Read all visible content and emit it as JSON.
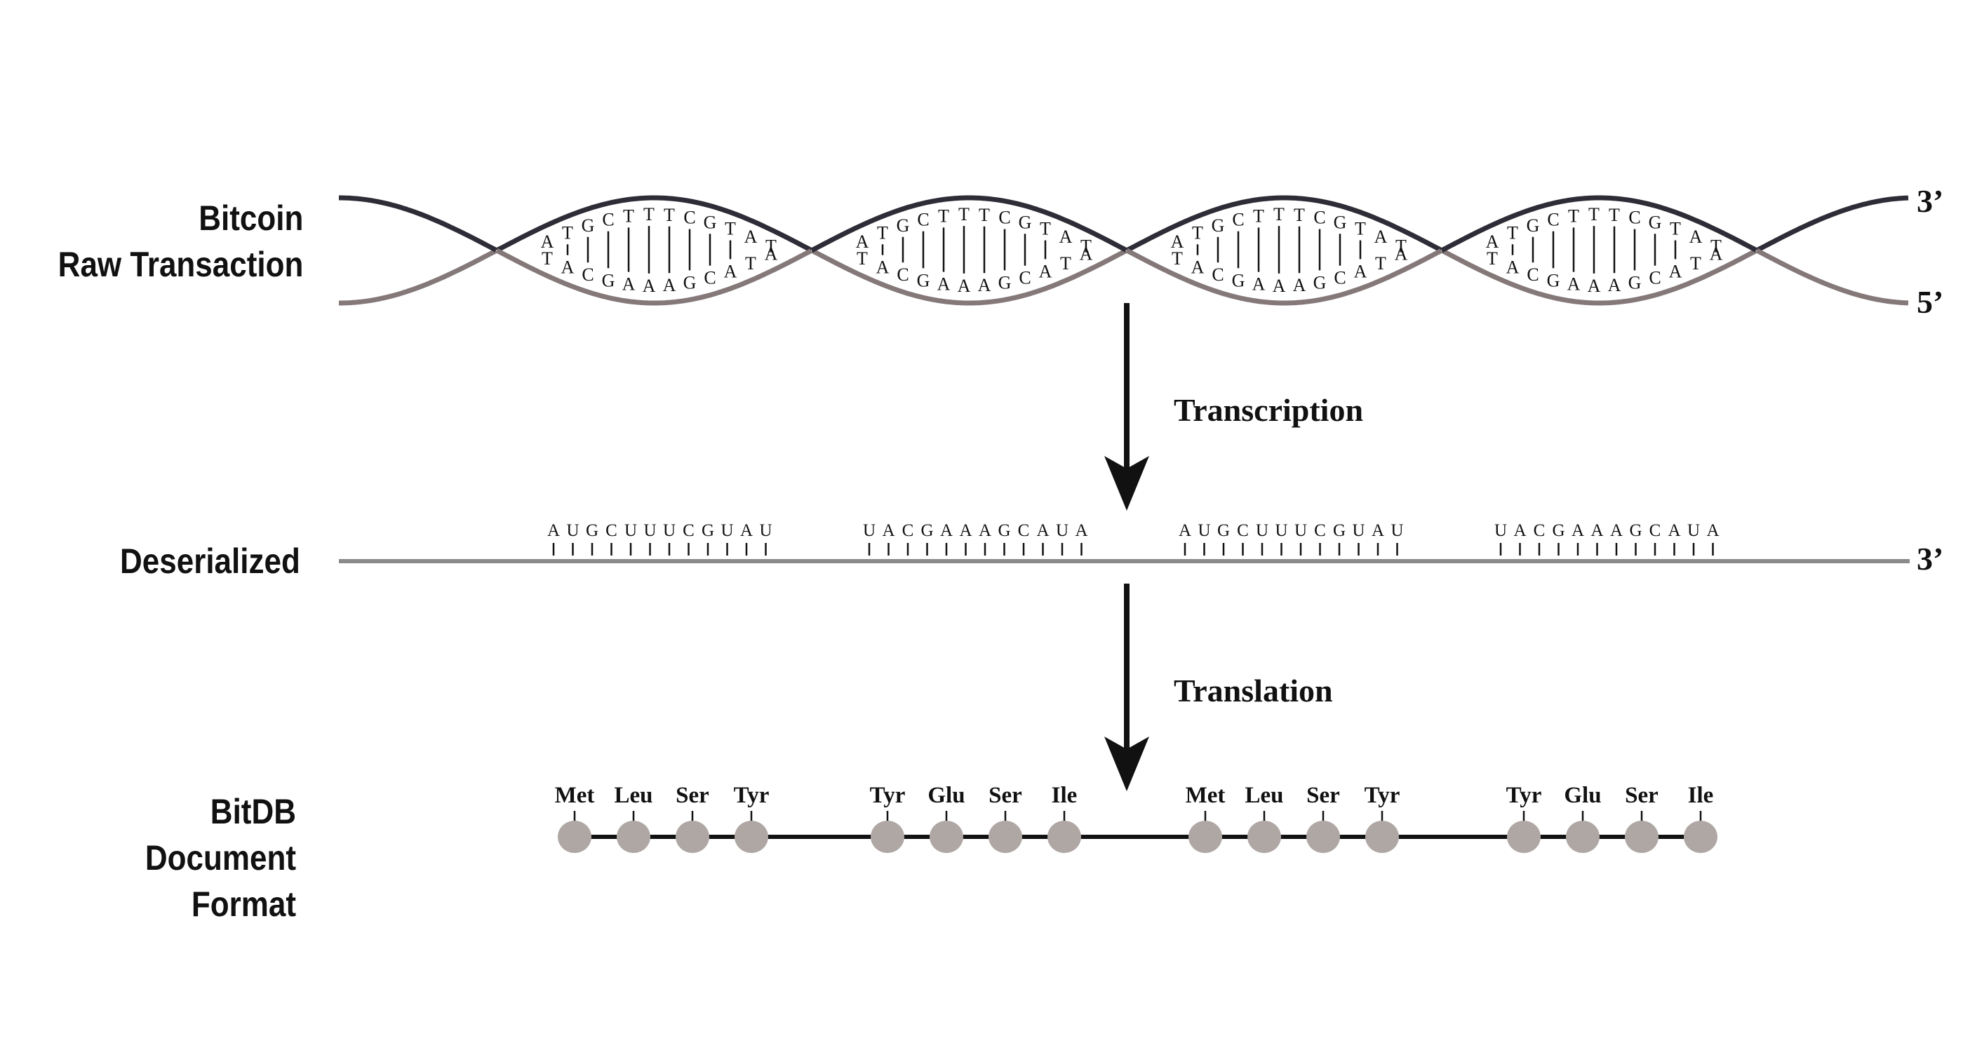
{
  "rows": {
    "dna": {
      "line1": "Bitcoin",
      "line2": "Raw Transaction"
    },
    "rna": {
      "line1": "Deserialized"
    },
    "protein": {
      "line1": "BitDB",
      "line2": "Document Format"
    }
  },
  "steps": {
    "transcription": "Transcription",
    "translation": "Translation"
  },
  "ends": {
    "dna_top": "3’",
    "dna_bottom": "5’",
    "rna_end": "3’"
  },
  "dna": {
    "top_bases": [
      "A",
      "T",
      "G",
      "C",
      "T",
      "T",
      "T",
      "C",
      "G",
      "T",
      "A",
      "T"
    ],
    "bottom_bases": [
      "T",
      "A",
      "C",
      "G",
      "A",
      "A",
      "A",
      "G",
      "C",
      "A",
      "T",
      "A"
    ],
    "repeats": 4
  },
  "rna": {
    "segments": [
      [
        "A",
        "U",
        "G",
        "C",
        "U",
        "U",
        "U",
        "C",
        "G",
        "U",
        "A",
        "U"
      ],
      [
        "U",
        "A",
        "C",
        "G",
        "A",
        "A",
        "A",
        "G",
        "C",
        "A",
        "U",
        "A"
      ],
      [
        "A",
        "U",
        "G",
        "C",
        "U",
        "U",
        "U",
        "C",
        "G",
        "U",
        "A",
        "U"
      ],
      [
        "U",
        "A",
        "C",
        "G",
        "A",
        "A",
        "A",
        "G",
        "C",
        "A",
        "U",
        "A"
      ]
    ]
  },
  "protein": {
    "groups": [
      [
        "Met",
        "Leu",
        "Ser",
        "Tyr"
      ],
      [
        "Tyr",
        "Glu",
        "Ser",
        "Ile"
      ],
      [
        "Met",
        "Leu",
        "Ser",
        "Tyr"
      ],
      [
        "Tyr",
        "Glu",
        "Ser",
        "Ile"
      ]
    ]
  },
  "colors": {
    "strand_dark": "#2e2c36",
    "strand_light": "#857879",
    "rna_line": "#8a8a8a",
    "residue_fill": "#afa7a4",
    "text": "#111111"
  }
}
